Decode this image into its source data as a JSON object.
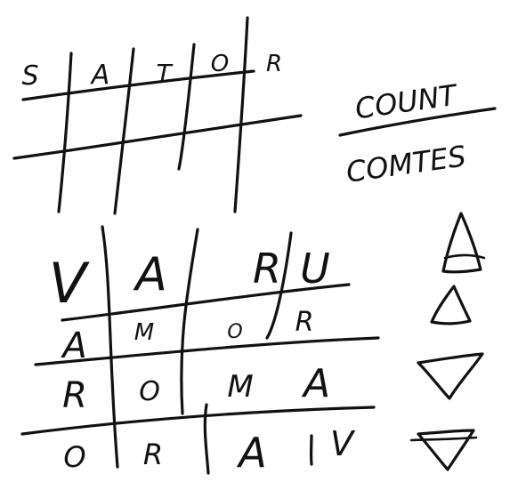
{
  "grid_top": {
    "letters": [
      "S",
      "A",
      "T",
      "O",
      "R"
    ]
  },
  "words": {
    "upper": "COUNT",
    "lower": "COMTES"
  },
  "grid_bottom": {
    "rows": [
      [
        "V",
        "A",
        "R",
        "U"
      ],
      [
        "A",
        "M",
        "O",
        "R"
      ],
      [
        "R",
        "O",
        "M",
        "A"
      ],
      [
        "O",
        "R",
        "A",
        "V"
      ]
    ]
  },
  "symbols": [
    "triangle-up-with-bar",
    "triangle-up",
    "triangle-down",
    "triangle-down-with-bar"
  ]
}
